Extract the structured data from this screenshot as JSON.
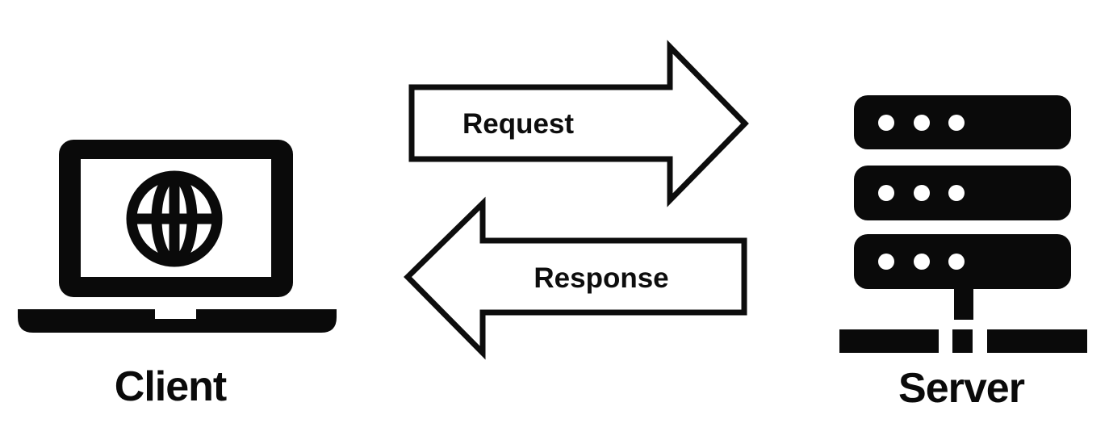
{
  "diagram": {
    "type": "client-server-request-response",
    "nodes": {
      "client": {
        "label": "Client",
        "icon": "laptop-globe-icon"
      },
      "server": {
        "label": "Server",
        "icon": "server-stack-icon"
      }
    },
    "flows": [
      {
        "label": "Request",
        "from": "client",
        "to": "server",
        "direction": "left-to-right"
      },
      {
        "label": "Response",
        "from": "server",
        "to": "client",
        "direction": "right-to-left"
      }
    ],
    "colors": {
      "ink": "#0a0a0a",
      "background": "#ffffff"
    }
  }
}
